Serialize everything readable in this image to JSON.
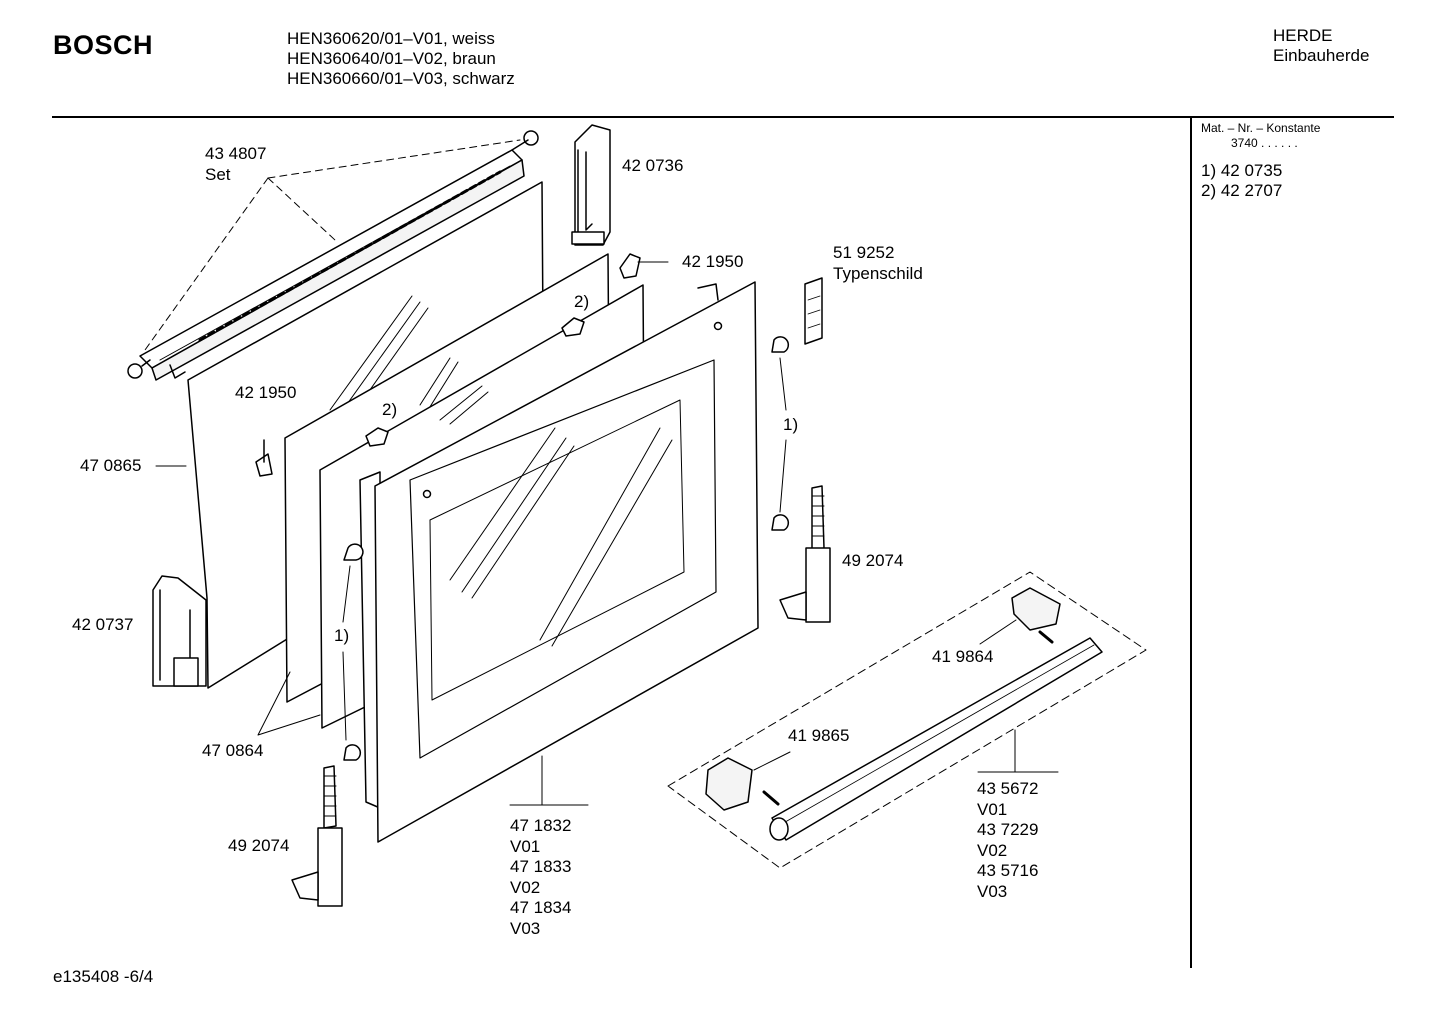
{
  "header": {
    "brand": "BOSCH",
    "models": [
      "HEN360620/01–V01, weiss",
      "HEN360640/01–V02, braun",
      "HEN360660/01–V03, schwarz"
    ],
    "category": "HERDE",
    "subcategory": "Einbauherde"
  },
  "sidebar": {
    "heading": "Mat. – Nr. – Konstante",
    "sub": "3740  .  .    .  .  .  .",
    "notes": [
      "1) 42 0735",
      "2) 42 2707"
    ]
  },
  "labels": {
    "part_434807": [
      "43  4807",
      "Set"
    ],
    "part_420736": "42   0736",
    "part_421950_top": "42 1950",
    "part_519252": [
      "51 9252",
      "Typenschild"
    ],
    "part_421950_left": "42 1950",
    "part_470865": "47 0865",
    "part_420737": "42 0737",
    "part_470864": "47 0864",
    "part_492074_left": "49 2074",
    "part_492074_right": "49 2074",
    "part_419864": "41 9864",
    "part_419865": "41 9865",
    "part_471832": [
      "47 1832",
      "V01",
      "47 1833",
      "V02",
      "47 1834",
      "V03"
    ],
    "part_435672": [
      "43 5672",
      "V01",
      "43 7229",
      "V02",
      "43 5716",
      "V03"
    ],
    "note_2_a": "2)",
    "note_2_b": "2)",
    "note_1_right": "1)",
    "note_1_left": "1)"
  },
  "footer": {
    "code": "e135408 -6/4"
  }
}
